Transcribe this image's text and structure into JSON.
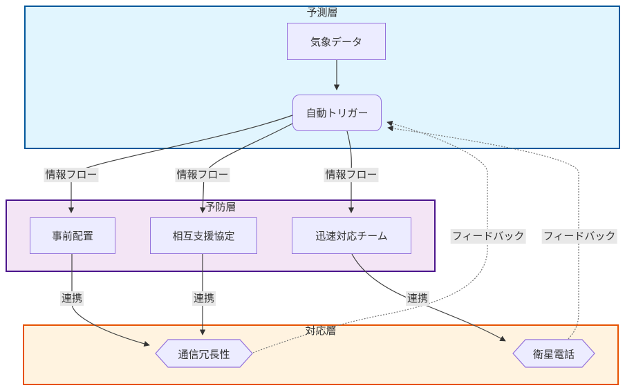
{
  "clusters": {
    "predict": {
      "label": "予測層"
    },
    "prevent": {
      "label": "予防層"
    },
    "respond": {
      "label": "対応層"
    }
  },
  "nodes": {
    "weather_data": {
      "label": "気象データ"
    },
    "auto_trigger": {
      "label": "自動トリガー"
    },
    "preposition": {
      "label": "事前配置"
    },
    "mutual_aid": {
      "label": "相互支援協定"
    },
    "rapid_team": {
      "label": "迅速対応チーム"
    },
    "comm_redundancy": {
      "label": "通信冗長性"
    },
    "satellite_phone": {
      "label": "衛星電話"
    }
  },
  "edge_labels": {
    "info_flow": "情報フロー",
    "coordination": "連携",
    "feedback": "フィードバック"
  },
  "colors": {
    "predict_fill": "#e1f5fe",
    "predict_stroke": "#01579b",
    "prevent_fill": "#f3e5f5",
    "prevent_stroke": "#4a148c",
    "respond_fill": "#fff3e0",
    "respond_stroke": "#e65100",
    "node_fill": "#ececff",
    "node_stroke": "#9370db",
    "solid_edge": "#404040",
    "dotted_edge": "#737373",
    "arrowhead": "#333333",
    "label_bg": "#e8e8e8",
    "text": "#333333"
  }
}
